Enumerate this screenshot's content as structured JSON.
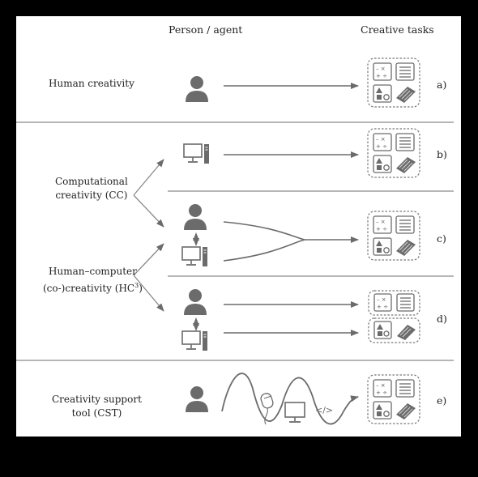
{
  "headers": {
    "agent": "Person / agent",
    "tasks": "Creative tasks"
  },
  "labels": {
    "human": "Human creativity",
    "cc_line1": "Computational",
    "cc_line2": "creativity (CC)",
    "hc3_line1": "Human–computer",
    "hc3_line2_pre": "(co-)creativity (HC",
    "hc3_sup": "3",
    "hc3_line2_post": ")",
    "cst_line1": "Creativity support",
    "cst_line2": "tool (CST)"
  },
  "rows": [
    "a)",
    "b)",
    "c)",
    "d)",
    "e)"
  ],
  "code_glyph": "</>",
  "colors": {
    "ink": "#6b6b6b",
    "line": "#8a8a8a",
    "background": "#000000"
  },
  "icons": [
    "person-icon",
    "computer-icon",
    "task-grid-icon",
    "mouse-icon",
    "code-icon"
  ]
}
